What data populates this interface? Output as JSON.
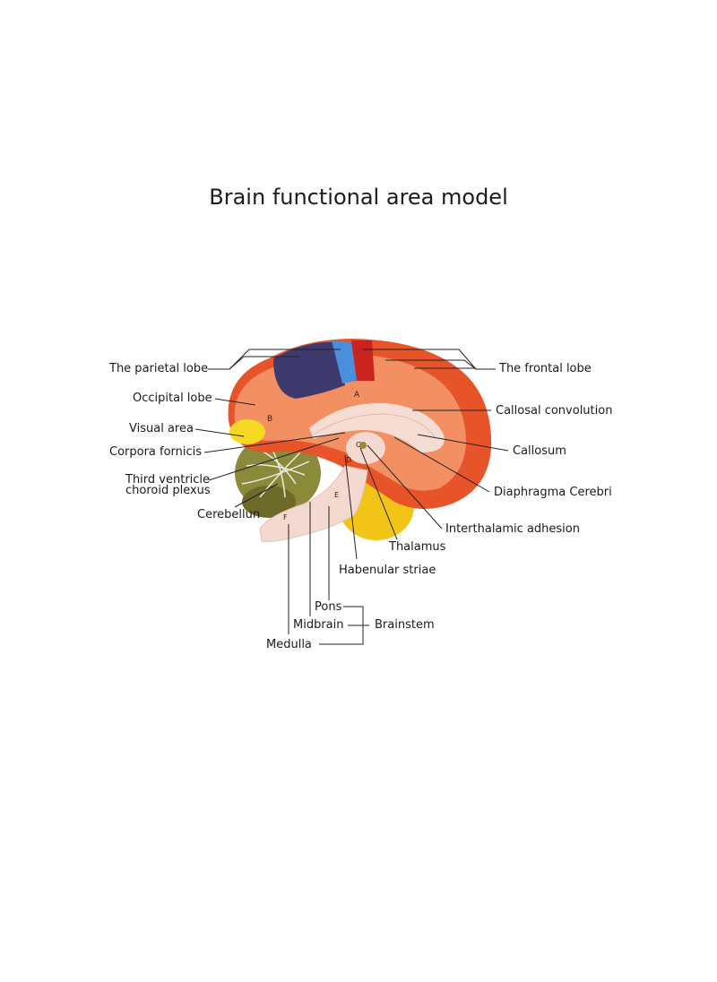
{
  "title": "Brain functional area model",
  "labels": {
    "parietal_lobe": "The parietal lobe",
    "occipital_lobe": "Occipital lobe",
    "visual_area": "Visual area",
    "corpora_fornicis": "Corpora fornicis",
    "third_ventricle_line1": "Third ventricle",
    "third_ventricle_line2": "choroid plexus",
    "cerebellum": "Cerebellun",
    "frontal_lobe": "The frontal lobe",
    "callosal_convolution": "Callosal convolution",
    "callosum": "Callosum",
    "diaphragma_cerebri": "Diaphragma Cerebri",
    "interthalamic_adhesion": "Interthalamic adhesion",
    "thalamus": "Thalamus",
    "habenular_striae": "Habenular striae",
    "pons": "Pons",
    "midbrain": "Midbrain",
    "medulla": "Medulla",
    "brainstem": "Brainstem"
  },
  "model_markers": {
    "a": "A",
    "b": "B",
    "c": "C",
    "d": "D",
    "e": "E",
    "f": "F"
  },
  "colors": {
    "parietal": "#3e3a6e",
    "frontal_outer": "#e8542a",
    "cortex_orange": "#f29063",
    "visual_yellow": "#f5d820",
    "cerebellum_olive": "#8b8a3a",
    "brainstem_pale": "#f3d9cf",
    "pituitary_yellow": "#f2c418",
    "blue_band": "#4a8fdc",
    "red_band": "#c8231c",
    "line": "#222222"
  }
}
